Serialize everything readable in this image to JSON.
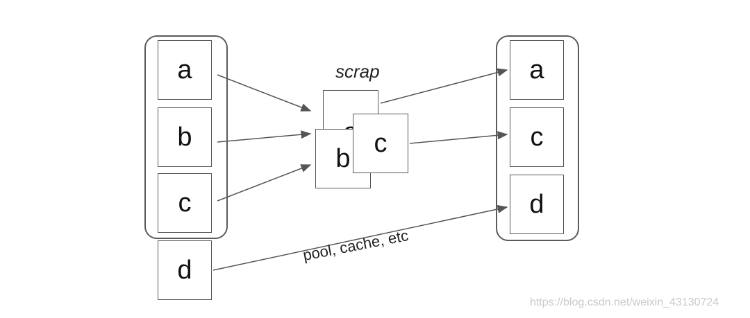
{
  "left_column": [
    "a",
    "b",
    "c"
  ],
  "outside_item": "d",
  "scrap": {
    "label": "scrap",
    "items": [
      "a",
      "b",
      "c"
    ]
  },
  "right_column": [
    "a",
    "c",
    "d"
  ],
  "pool_label": "pool, cache, etc",
  "watermark": "https://blog.csdn.net/weixin_43130724",
  "colors": {
    "stroke": "#5a5a5a",
    "arrow": "#555555",
    "text": "#111111",
    "watermark": "#c9c9c9"
  }
}
